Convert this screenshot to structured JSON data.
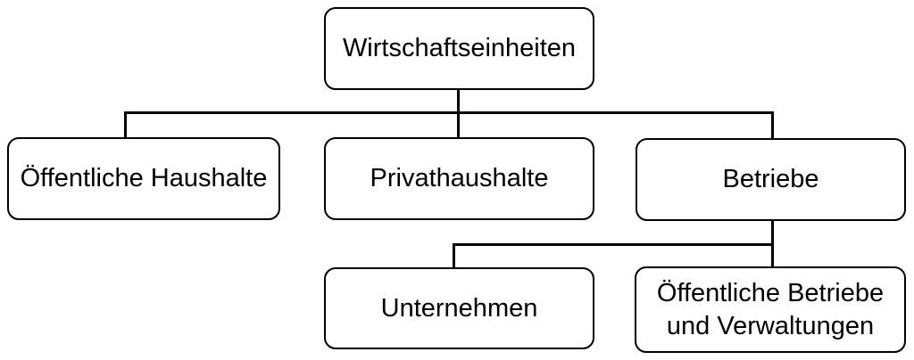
{
  "diagram": {
    "nodes": {
      "root": {
        "label": "Wirtschaftseinheiten"
      },
      "oeffentliche_haushalte": {
        "label": "Öffentliche Haushalte"
      },
      "privathaushalte": {
        "label": "Privathaushalte"
      },
      "betriebe": {
        "label": "Betriebe"
      },
      "unternehmen": {
        "label": "Unternehmen"
      },
      "oeffentliche_betriebe_und_verwaltungen": {
        "label": "Öffentliche Betriebe und Verwaltungen"
      }
    },
    "colors": {
      "line": "#000000",
      "text": "#000000",
      "background": "#ffffff"
    }
  }
}
